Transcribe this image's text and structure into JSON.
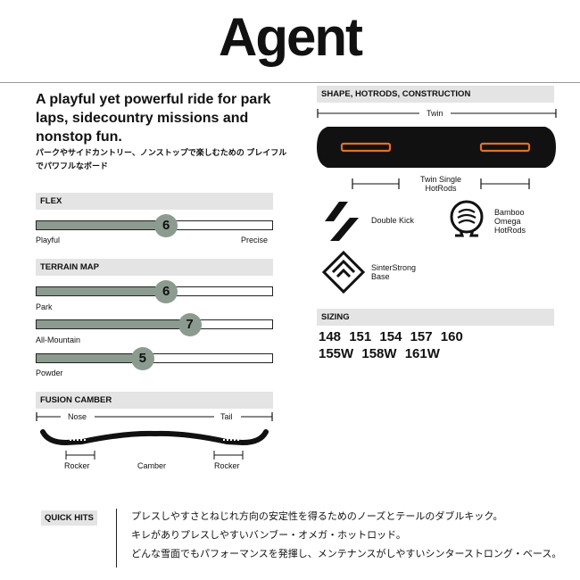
{
  "title": "Agent",
  "tagline": "A playful yet powerful ride for park laps, sidecountry missions and nonstop fun.",
  "tagline_jp": "パークやサイドカントリー、ノンストップで楽しむための プレイフルでパワフルなボード",
  "flex": {
    "heading": "FLEX",
    "value": 6,
    "value_fraction": 0.55,
    "left_label": "Playful",
    "right_label": "Precise"
  },
  "terrain": {
    "heading": "TERRAIN MAP",
    "items": [
      {
        "label": "Park",
        "value": 6,
        "value_fraction": 0.55
      },
      {
        "label": "All-Mountain",
        "value": 7,
        "value_fraction": 0.65
      },
      {
        "label": "Powder",
        "value": 5,
        "value_fraction": 0.45
      }
    ]
  },
  "camber": {
    "heading": "FUSION CAMBER",
    "nose_label": "Nose",
    "tail_label": "Tail",
    "rocker_left": "Rocker",
    "camber_label": "Camber",
    "rocker_right": "Rocker"
  },
  "shape": {
    "heading": "SHAPE, HOTRODS, CONSTRUCTION",
    "shape_label": "Twin",
    "hotrods_label_line1": "Twin Single",
    "hotrods_label_line2": "HotRods"
  },
  "features": {
    "double_kick": "Double Kick",
    "bamboo_line1": "Bamboo",
    "bamboo_line2": "Omega",
    "bamboo_line3": "HotRods",
    "base_line1": "SinterStrong",
    "base_line2": "Base"
  },
  "sizing": {
    "heading": "SIZING",
    "row1": "148 151 154 157 160",
    "row2": "155W 158W 161W"
  },
  "quick_hits": {
    "label": "QUICK HITS",
    "lines": [
      "プレスしやすさとねじれ方向の安定性を得るためのノーズとテールのダブルキック。",
      "キレがありプレスしやすいバンブー・オメガ・ホットロッド。",
      "どんな雪面でもパフォーマンスを発揮し、メンテナンスがしやすいシンターストロング・ベース。"
    ]
  },
  "colors": {
    "slider": "#8b9b8f",
    "header_bg": "#e4e4e4",
    "hotrod": "#e0702a"
  }
}
